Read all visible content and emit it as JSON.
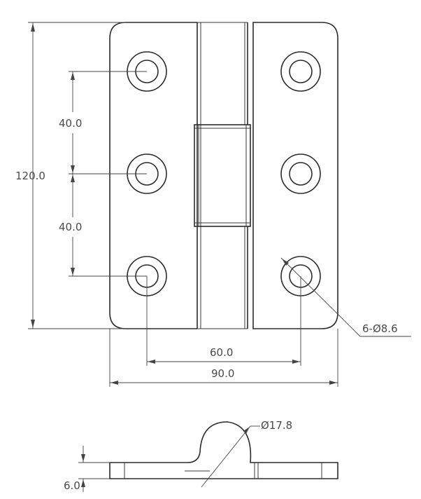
{
  "dimensions": {
    "overall_height": "120.0",
    "hole_spacing_upper": "40.0",
    "hole_spacing_lower": "40.0",
    "hole_center_span": "60.0",
    "overall_width": "90.0",
    "hole_callout": "6-Ø8.6",
    "knuckle_diameter": "Ø17.8",
    "leaf_thickness": "6.0"
  }
}
